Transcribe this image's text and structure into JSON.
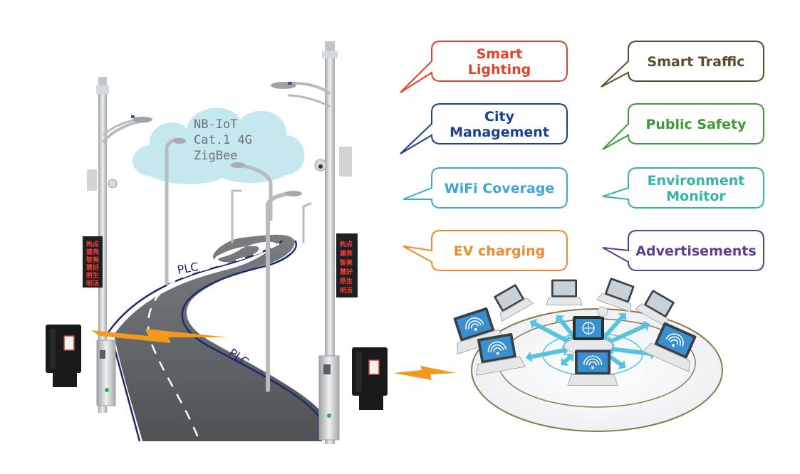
{
  "cloud": {
    "lines": [
      "NB-IoT",
      "Cat.1 4G",
      "ZigBee"
    ]
  },
  "road": {
    "link_label_upper": "PLC",
    "link_label_lower": "PLC"
  },
  "signs": {
    "left": [
      "构点",
      "建亮",
      "智美",
      "慧好",
      "照生",
      "明活"
    ],
    "right": [
      "构点",
      "建亮",
      "智美",
      "慧好",
      "照生",
      "明活"
    ]
  },
  "applications": {
    "left": [
      {
        "lines": [
          "Smart",
          "Lighting"
        ],
        "color": "#e0432a"
      },
      {
        "lines": [
          "City",
          "Management"
        ],
        "color": "#1b3f8f"
      },
      {
        "lines": [
          "WiFi Coverage"
        ],
        "color": "#3ea6d8"
      },
      {
        "lines": [
          "EV charging"
        ],
        "color": "#ef8a2e"
      }
    ],
    "right": [
      {
        "lines": [
          "Smart Traffic"
        ],
        "color": "#5e4a2c"
      },
      {
        "lines": [
          "Public Safety"
        ],
        "color": "#3f9a3a"
      },
      {
        "lines": [
          "Environment",
          "Monitor"
        ],
        "color": "#36b3a8"
      },
      {
        "lines": [
          "Advertisements"
        ],
        "color": "#5a3f93"
      }
    ]
  },
  "colors": {
    "road": "#5f6366",
    "road_edge": "#1e2a6e",
    "pole": "#c9ccce",
    "lightning": "#f39a1e",
    "cloud": "#c5e8ee",
    "network_ring": "#8a7a52",
    "arrow": "#58c3df"
  },
  "icons": {
    "network_hub": "globe-monitor-icon",
    "clients": "wifi-laptop-icon",
    "controller": "plc-controller-box-icon"
  }
}
